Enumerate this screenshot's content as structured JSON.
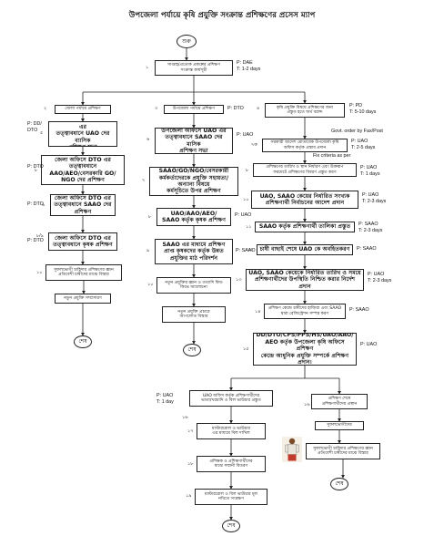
{
  "title": "উপজেলা পর্যায়ে কৃষি প্রযুক্তি সংক্রান্ত প্রশিক্ষণের প্রসেস ম্যাপ",
  "nodes": {
    "start": "শুরু",
    "n1": "সাপ্তাহ/প্রত্যেক প্রকল্পের প্রশিক্ষণ\nসংক্রান্ত কার্যসূচী",
    "a_head": "জেলা পর্যায়ে প্রশিক্ষণ",
    "a2": "জেলা অফিসে DD/DTO এর\nতত্ত্বাবধানে UAO দের ব্যাসিক\nপ্রশিক্ষণ সভা",
    "a3": "জেলা অফিসে DTO এর তত্ত্বাবধানে\nAAO/AEO/বেসরকারি GO/\nNGO দের প্রশিক্ষণ",
    "a4": "জেলা অফিসে DTO এর\nতত্ত্বাবধানে SAAO দের\nপ্রশিক্ষণ",
    "a5": "জেলা অফিসে DTO এর\nতত্ত্বাবধানে কৃষক প্রশিক্ষণ",
    "a6": "সুফলভোগী চাহিদার প্রশিক্ষণের জ্ঞান\nপ্রতিবেশী চাষীদের মাঝে বিস্তার",
    "a7": "নতুন প্রযুক্তি সম্প্রসারণ",
    "a_end": "শেষ",
    "b_head": "উপজেলা পর্যায়ে প্রশিক্ষণ",
    "b2": "উপজেলা অফিসে UAO এর\nতত্ত্বাবধানে SAAO দের মাসিক\nপ্রশিক্ষণ সভা",
    "b3": "SAAO/GO/NGO/বেসরকারী\nকর্মকর্তাদেরকে প্রযুক্তি সহায়তা/অন্যান্য বিষয়ে\nকর্মসূচিতে উপর প্রশিক্ষণ",
    "b4": "UAO/AAO/AEO/\nSAAO কর্তৃক কৃষক প্রশিক্ষণ",
    "b5": "SAAO এর মাধ্যমে প্রশিক্ষণ\nপ্রাপ্ত কৃষকদের কর্তৃক উন্নত\nপ্রযুক্তির মাঠ পরিদর্শন",
    "b6": "নতুন প্রযুক্তির জ্ঞান ও তথ্যাদি ফিড\nকিভে আলোচনা",
    "b7": "নতুন প্রযুক্তি প্রচারে\nআপলোড বিস্তার",
    "b_end": "শেষ",
    "c_head": "কৃষি প্রযুক্তি বিষয়ে প্রশিক্ষণের জন্য\nপ্রস্তুত হতে অর্থ বরাদ্দ",
    "c2": "সরকারী আদেশ মোতাবেক উপজেলা কৃষি\nঅফিস কর্তৃক প্রস্তাব প্রদান",
    "c3": "প্রশিক্ষণের তারিখ ও স্থান নির্ধারণ এবং উক্তরূপ\nফরমেটে প্রশিক্ষণের বিবরণ প্রস্তুত করণ",
    "c4": "UAO, SAAO কেয়ের নির্ধারিত সংখ্যক\nপ্রশিক্ষণার্থী নির্বাচনের আদেশ প্রদান",
    "c5": "SAAO কর্তৃক প্রশিক্ষণার্থী তালিকা প্রস্তুত",
    "c6": "চাষী বাছাই শেষে UAO কে অবহিতকরণ",
    "c7": "UAO, SAAO কেয়েকে নির্ধারিত তারিখ ও সময়ে\nপ্রশিক্ষণার্থীদের উপস্থিতি নিশ্চিত করার নির্দেশ প্রদান",
    "c8": "প্রশিক্ষণ কেন্দ্রে চাষীদের হাজিরা এবং SAAO\nদ্বারা রেজিস্ট্রেশন সম্পন্ন করণ",
    "c9": "DD/DTO/CPS/PPS/HS/UAO/AAO/\nAEO কর্তৃক উপজেলা কৃষি অফিসে প্রশিক্ষণ\nকেন্দ্রে আধুনিক প্রযুক্তি সম্পর্কে প্রশিক্ষণ প্রদান।",
    "d1": "UAO অফিস কর্তৃক প্রশিক্ষণার্থীদের\nভাতা/খরচাদি ও বিল ভাউচার প্রস্তুত",
    "d2": "মাস্টাররোল ও ভাউচার\nএর মাধ্যমে বিল দাখিল",
    "d3": "প্রশিক্ষক ও প্রশিক্ষণার্থীদের\nমাঝে সম্মানী বিতরণ",
    "d4": "মাস্টাররোল ও বিল ভাউচার মূল\nনথিতে সংরক্ষণ",
    "d_end": "শেষ",
    "e1": "প্রশিক্ষণ শেষে\nপ্রশিক্ষণার্থীদের প্রস্থান",
    "e2": "সুফলভোগীদের",
    "e3": "সুফলভোগী চাহিদার প্রশিক্ষণের জ্ঞান\nপ্রতিবেশী চাষীদের মাঝে বিস্তার",
    "e_end": "শেষ"
  },
  "notes": {
    "n1": "P: DAE\nT: 1-2 days",
    "a2": "P: DD/\nDTO",
    "a3": "P: DTO",
    "a4": "P: DTO",
    "a5": "P: DTO",
    "b_head": "P: DTO",
    "b2": "P: UAO",
    "b4": "P: UAO",
    "b5": "P: SAAO",
    "c_head": "P: PD\nT: 5-10 days",
    "c2a": "Govt. order by Fax/Post",
    "c2b": "P: UAO\nT: 2-5 days",
    "c2c": "Fix criteria as per",
    "c3": "P: UAO\nT: 1 days",
    "c4": "P: UAO\nT: 2-3 days",
    "c5": "P: SAAO\nT: 2-3 days",
    "c6": "P: SAAO",
    "c7": "P: UAO\nT: 2-3 days",
    "c8": "P: SAAO",
    "c9": "P: UAO",
    "d1": "P: UAO\nT: 1 day"
  },
  "steps": {
    "n1": "১",
    "a_head": "২",
    "b_head": "৩",
    "c_head": "৪",
    "a2": "৫",
    "b2": "৬",
    "c2": "৭ক",
    "a3": "৮",
    "c3": "৮",
    "a4": "৯",
    "c4": "১০",
    "a5": "৮/৯",
    "b3": "৭",
    "b4": "৮",
    "b5": "৯",
    "c5": "১১",
    "c6": "১২",
    "a6": "১০",
    "b6": "১০",
    "c7": "১৩",
    "c8": "১৪",
    "c9": "১৫",
    "d1": "১৬",
    "e1": "১৬",
    "d2": "১৭",
    "d3": "১৮",
    "d4": "১৯"
  }
}
